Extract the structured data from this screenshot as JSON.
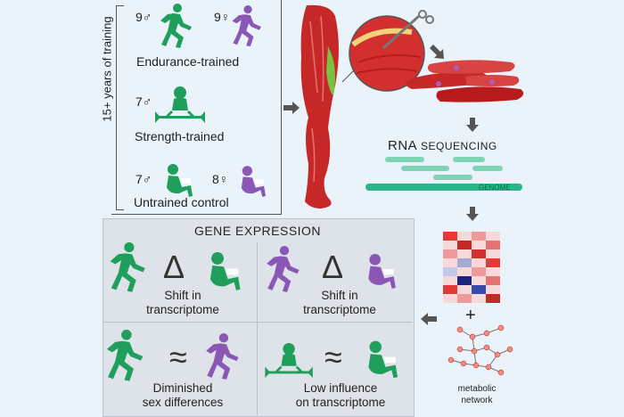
{
  "groups": {
    "vertical_label": "15+ years of training",
    "endurance": {
      "male_count": "9",
      "female_count": "9",
      "label": "Endurance-trained"
    },
    "strength": {
      "male_count": "7",
      "label": "Strength-trained"
    },
    "untrained": {
      "male_count": "7",
      "female_count": "8",
      "label": "Untrained control"
    },
    "male_symbol": "♂",
    "female_symbol": "♀"
  },
  "pipeline": {
    "rna_prefix": "RNA ",
    "rna_suffix": "SEQUENCING",
    "genome_label": "GENOME",
    "plus": "+",
    "network_label_1": "metabolic",
    "network_label_2": "network"
  },
  "gene_expression": {
    "title": "GENE EXPRESSION",
    "cells": [
      {
        "symbol": "Δ",
        "line1": "Shift in",
        "line2": "transcriptome"
      },
      {
        "symbol": "Δ",
        "line1": "Shift in",
        "line2": "transcriptome"
      },
      {
        "symbol": "≈",
        "line1": "Diminished",
        "line2": "sex differences"
      },
      {
        "symbol": "≈",
        "line1": "Low influence",
        "line2": "on transcriptome"
      }
    ]
  },
  "colors": {
    "male_green": "#1f9e5c",
    "female_purple": "#8a57b5",
    "muscle_red": "#c62828",
    "rna_teal": "#2bb58a",
    "panel_bg": "#dde3e8"
  }
}
